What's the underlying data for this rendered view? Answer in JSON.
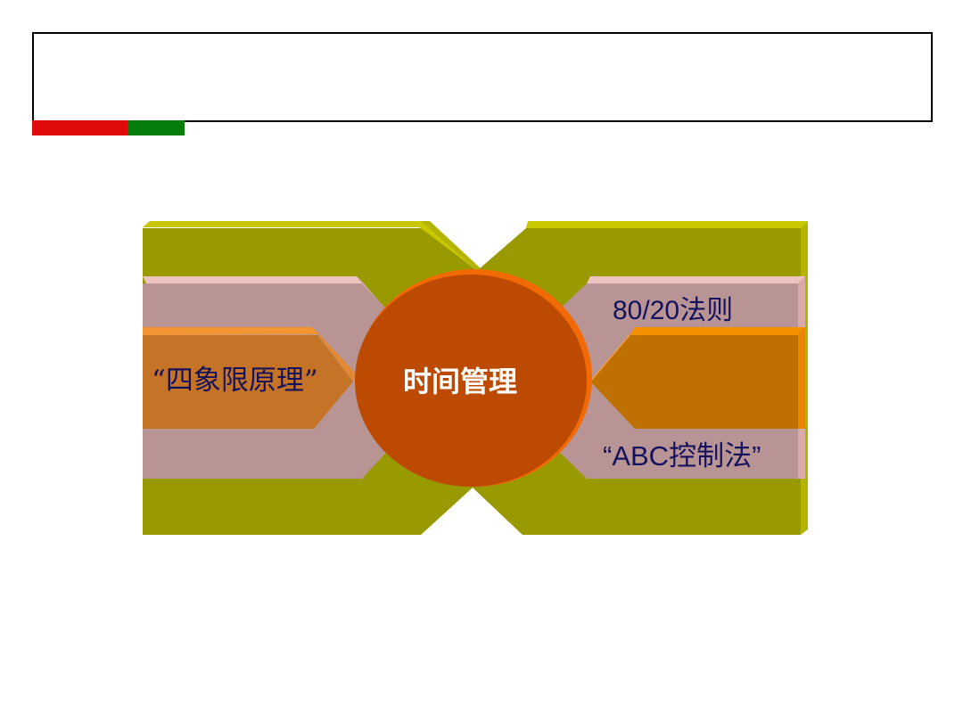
{
  "slide": {
    "title": "",
    "accent_colors": {
      "red": "#e00a0a",
      "green": "#077e0b"
    }
  },
  "diagram": {
    "center": {
      "label": "时间管理",
      "color": "#bc4a00",
      "rim_color": "#f26a06"
    },
    "items": [
      {
        "label": "“四象限原理”",
        "position": "left"
      },
      {
        "label": "80/20法则",
        "position": "top-right"
      },
      {
        "label": "“ABC控制法”",
        "position": "bottom-right"
      }
    ],
    "colors": {
      "olive": "#999a00",
      "olive_highlight": "#c9c800",
      "pink": "#b99494",
      "pink_highlight": "#eec3c0",
      "orange_left": "#c57427",
      "orange_left_highlight": "#f39533",
      "orange_right": "#be7100",
      "orange_right_highlight": "#f48f00",
      "text_dark": "#14125e",
      "text_light": "#ffffff"
    }
  }
}
